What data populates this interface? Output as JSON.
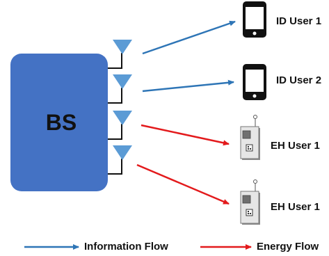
{
  "base_station": {
    "label": "BS"
  },
  "users": [
    {
      "label": "ID User 1",
      "icon": "smartphone-icon",
      "flow": "information"
    },
    {
      "label": "ID User 2",
      "icon": "smartphone-icon",
      "flow": "information"
    },
    {
      "label": "EH User 1",
      "icon": "energy-harvester-icon",
      "flow": "energy"
    },
    {
      "label": "EH User 1",
      "icon": "energy-harvester-icon",
      "flow": "energy"
    }
  ],
  "legend": {
    "information": "Information Flow",
    "energy": "Energy Flow"
  },
  "colors": {
    "base_station": "#4472C4",
    "antenna": "#5B9BD5",
    "information_flow": "#2E75B6",
    "energy_flow": "#E31A1C"
  }
}
